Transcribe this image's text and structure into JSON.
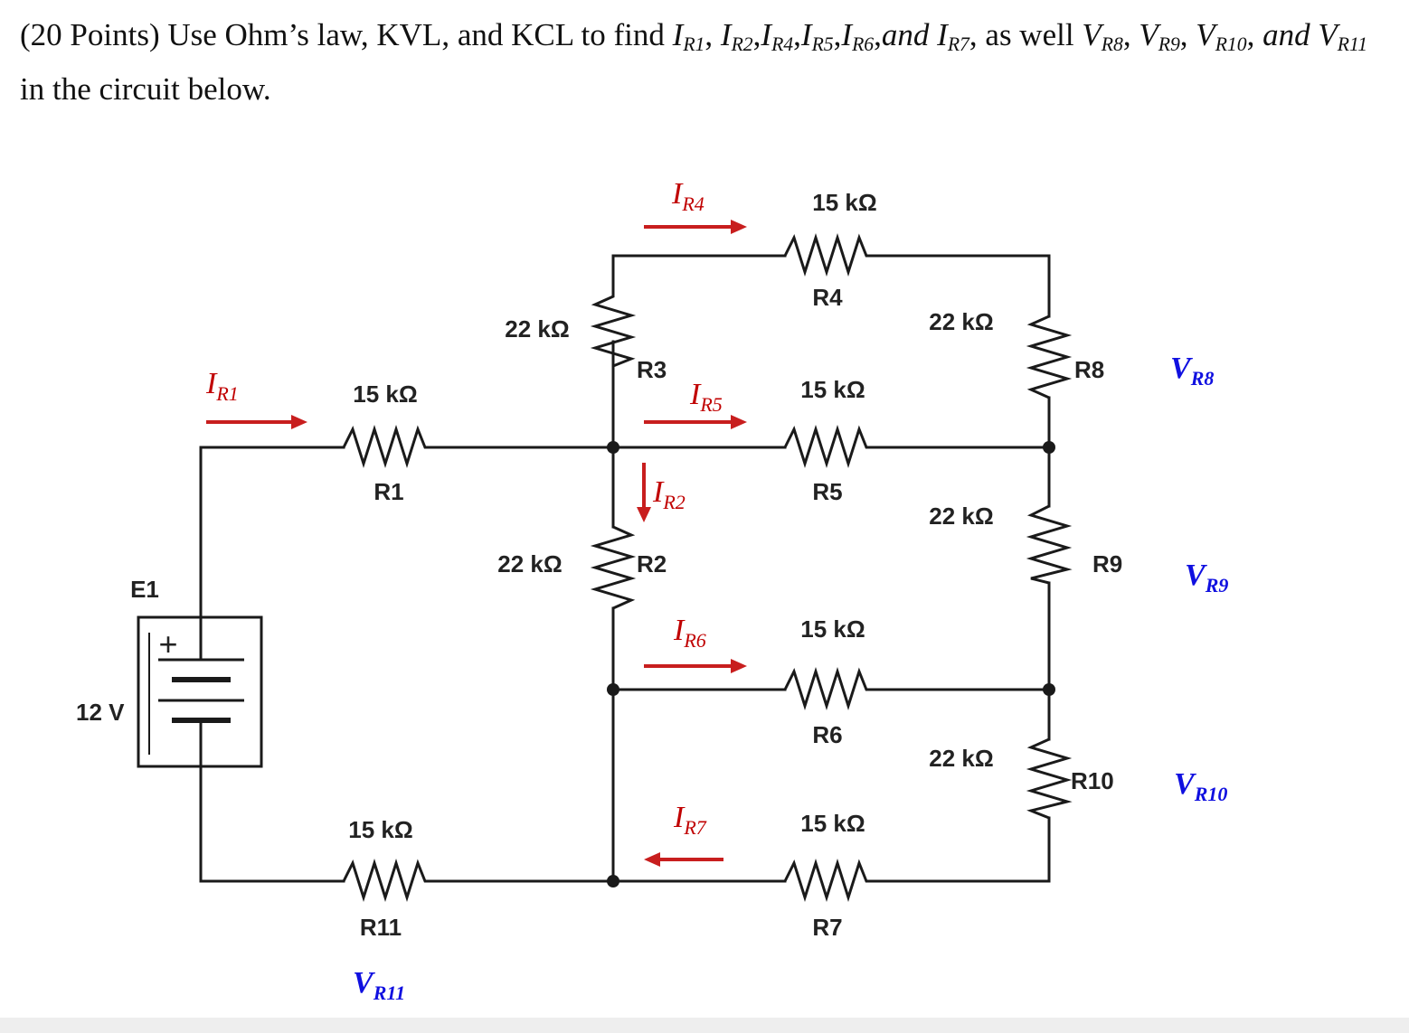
{
  "problem": {
    "intro": "(20 Points) Use Ohm’s law, KVL, and KCL to find ",
    "find_currents": [
      {
        "base": "I",
        "sub": "R1",
        "sep": ", "
      },
      {
        "base": "I",
        "sub": "R2",
        "sep": ","
      },
      {
        "base": "I",
        "sub": "R4",
        "sep": ","
      },
      {
        "base": "I",
        "sub": "R5",
        "sep": ","
      },
      {
        "base": "I",
        "sub": "R6",
        "sep": ","
      },
      {
        "base": "and I",
        "sub": "R7",
        "sep": ""
      }
    ],
    "mid": ", as well ",
    "find_voltages": [
      {
        "base": "V",
        "sub": "R8",
        "sep": ", "
      },
      {
        "base": "V",
        "sub": "R9",
        "sep": ", "
      },
      {
        "base": "V",
        "sub": "R10",
        "sep": ", "
      },
      {
        "base": "and V",
        "sub": "R11",
        "sep": ""
      }
    ],
    "outro": " in the circuit below."
  },
  "source": {
    "name": "E1",
    "voltage": "12 V",
    "plus": "+"
  },
  "resistors": [
    {
      "id": "R1",
      "name": "R1",
      "value": "15 kΩ"
    },
    {
      "id": "R2",
      "name": "R2",
      "value": "22 kΩ"
    },
    {
      "id": "R3",
      "name": "R3",
      "value": "22 kΩ"
    },
    {
      "id": "R4",
      "name": "R4",
      "value": "15 kΩ"
    },
    {
      "id": "R5",
      "name": "R5",
      "value": "15 kΩ"
    },
    {
      "id": "R6",
      "name": "R6",
      "value": "15 kΩ"
    },
    {
      "id": "R7",
      "name": "R7",
      "value": "15 kΩ"
    },
    {
      "id": "R8",
      "name": "R8",
      "value": "22 kΩ"
    },
    {
      "id": "R9",
      "name": "R9",
      "value": "22 kΩ"
    },
    {
      "id": "R10",
      "name": "R10",
      "value": "22 kΩ"
    },
    {
      "id": "R11",
      "name": "R11",
      "value": "15 kΩ"
    }
  ],
  "current_labels": [
    {
      "id": "IR1",
      "base": "I",
      "sub": "R1",
      "direction": "right"
    },
    {
      "id": "IR4",
      "base": "I",
      "sub": "R4",
      "direction": "right"
    },
    {
      "id": "IR5",
      "base": "I",
      "sub": "R5",
      "direction": "right"
    },
    {
      "id": "IR2",
      "base": "I",
      "sub": "R2",
      "direction": "down"
    },
    {
      "id": "IR6",
      "base": "I",
      "sub": "R6",
      "direction": "right"
    },
    {
      "id": "IR7",
      "base": "I",
      "sub": "R7",
      "direction": "left"
    }
  ],
  "voltage_labels": [
    {
      "id": "VR8",
      "base": "V",
      "sub": "R8"
    },
    {
      "id": "VR9",
      "base": "V",
      "sub": "R9"
    },
    {
      "id": "VR10",
      "base": "V",
      "sub": "R10"
    },
    {
      "id": "VR11",
      "base": "V",
      "sub": "R11"
    }
  ],
  "colors": {
    "current": "#c00000",
    "voltage": "#1010e0",
    "wire": "#1a1a1a"
  }
}
